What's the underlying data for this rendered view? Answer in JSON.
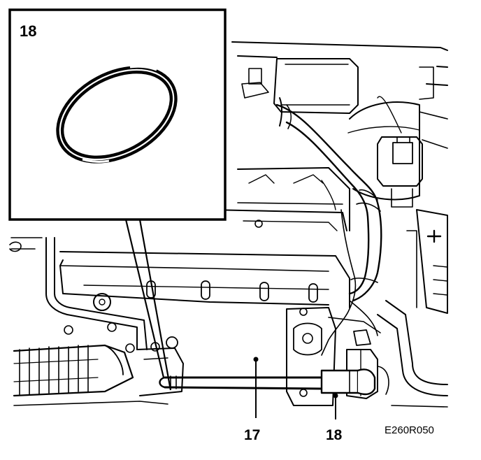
{
  "callouts": {
    "inset_label": "18",
    "label_a": "17",
    "label_b": "18"
  },
  "figure_code": "E260R050",
  "colors": {
    "ink": "#000000",
    "paper": "#ffffff"
  }
}
